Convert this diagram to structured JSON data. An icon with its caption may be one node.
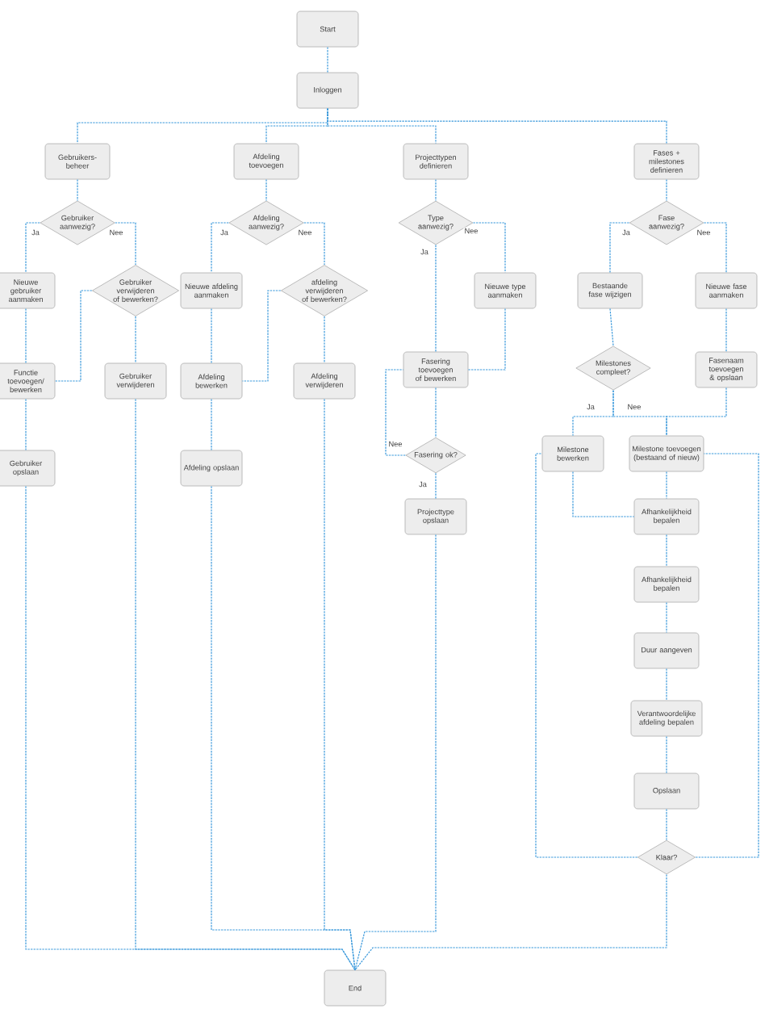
{
  "diagram": {
    "nodes": [
      {
        "text": [
          "Start"
        ]
      },
      {
        "text": [
          "Inloggen"
        ]
      },
      {
        "text": [
          "Gebruikers-beheer"
        ]
      },
      {
        "text": [
          "Afdeling toevoegen"
        ]
      },
      {
        "text": [
          "Projecttypen definieren"
        ]
      },
      {
        "text": [
          "Fases + milestones definieren"
        ]
      },
      {
        "text": [
          "Gebruiker aanwezig?"
        ]
      },
      {
        "text": [
          "Afdeling aanwezig?"
        ]
      },
      {
        "text": [
          "Type aanwezig?"
        ]
      },
      {
        "text": [
          "Fase aanwezig?"
        ]
      },
      {
        "text": [
          "Nieuwe gebruiker aanmaken"
        ]
      },
      {
        "text": [
          "Gebruiker verwijderen of bewerken?"
        ]
      },
      {
        "text": [
          "Nieuwe afdeling aanmaken"
        ]
      },
      {
        "text": [
          "afdeling verwijderen of bewerken?"
        ]
      },
      {
        "text": [
          "Nieuwe type aanmaken"
        ]
      },
      {
        "text": [
          "Bestaande fase wijzigen"
        ]
      },
      {
        "text": [
          "Nieuwe fase aanmaken"
        ]
      },
      {
        "text": [
          "Functie toevoegen/ bewerken"
        ]
      },
      {
        "text": [
          "Gebruiker verwijderen"
        ]
      },
      {
        "text": [
          "Afdeling bewerken"
        ]
      },
      {
        "text": [
          "Afdeling verwijderen"
        ]
      },
      {
        "text": [
          "Fasering toevoegen of bewerken"
        ]
      },
      {
        "text": [
          "Milestones compleet?"
        ]
      },
      {
        "text": [
          "Fasenaam toevoegen & opslaan"
        ]
      },
      {
        "text": [
          "Fasering ok?"
        ]
      },
      {
        "text": [
          "Milestone bewerken"
        ]
      },
      {
        "text": [
          "Milestone toevoegen (bestaand of nieuw)"
        ]
      },
      {
        "text": [
          "Gebruiker opslaan"
        ]
      },
      {
        "text": [
          "Afdeling opslaan"
        ]
      },
      {
        "text": [
          "Projecttype opslaan"
        ]
      },
      {
        "text": [
          "Afhankelijkheid bepalen"
        ]
      },
      {
        "text": [
          "Afhankelijkheid bepalen"
        ]
      },
      {
        "text": [
          "Duur aangeven"
        ]
      },
      {
        "text": [
          "Verantwoordelijke afdeling bepalen"
        ]
      },
      {
        "text": [
          "Opslaan"
        ]
      },
      {
        "text": [
          "Klaar?"
        ]
      },
      {
        "text": [
          "End"
        ]
      }
    ],
    "edges": [
      {
        "from": 0,
        "to": 1,
        "arrow": "none"
      },
      {
        "from": 1,
        "to": 2,
        "arrow": "none"
      },
      {
        "from": 1,
        "to": 3,
        "arrow": "none"
      },
      {
        "from": 1,
        "to": 4,
        "arrow": "none"
      },
      {
        "from": 1,
        "to": 5,
        "arrow": "none"
      },
      {
        "from": 2,
        "to": 6,
        "arrow": "none"
      },
      {
        "from": 3,
        "to": 7,
        "arrow": "none"
      },
      {
        "from": 4,
        "to": 8,
        "arrow": "none"
      },
      {
        "from": 5,
        "to": 9,
        "arrow": "none"
      },
      {
        "from": 6,
        "to": 10,
        "arrow": "none",
        "label": "Ja"
      },
      {
        "from": 6,
        "to": 11,
        "arrow": "none",
        "label": "Nee"
      },
      {
        "from": 7,
        "to": 12,
        "arrow": "none",
        "label": "Ja"
      },
      {
        "from": 7,
        "to": 13,
        "arrow": "none",
        "label": "Nee"
      },
      {
        "from": 8,
        "to": 21,
        "arrow": "none",
        "label": "Ja"
      },
      {
        "from": 8,
        "to": 14,
        "arrow": "none",
        "label": "Nee"
      },
      {
        "from": 9,
        "to": 15,
        "arrow": "none",
        "label": "Ja"
      },
      {
        "from": 9,
        "to": 16,
        "arrow": "none",
        "label": "Nee"
      },
      {
        "from": 10,
        "to": 17,
        "arrow": "none"
      },
      {
        "from": 11,
        "to": 17,
        "arrow": "none"
      },
      {
        "from": 11,
        "to": 18,
        "arrow": "none"
      },
      {
        "from": 17,
        "to": 27,
        "arrow": "none"
      },
      {
        "from": 12,
        "to": 19,
        "arrow": "none"
      },
      {
        "from": 13,
        "to": 19,
        "arrow": "none"
      },
      {
        "from": 13,
        "to": 20,
        "arrow": "none"
      },
      {
        "from": 19,
        "to": 28,
        "arrow": "none"
      },
      {
        "from": 14,
        "to": 21,
        "arrow": "none"
      },
      {
        "from": 21,
        "to": 24,
        "arrow": "none"
      },
      {
        "from": 24,
        "to": 21,
        "arrow": "none",
        "label": "Nee"
      },
      {
        "from": 24,
        "to": 29,
        "arrow": "none",
        "label": "Ja"
      },
      {
        "from": 15,
        "to": 22,
        "arrow": "none"
      },
      {
        "from": 16,
        "to": 23,
        "arrow": "none"
      },
      {
        "from": 22,
        "to": 25,
        "arrow": "none",
        "label": "Ja"
      },
      {
        "from": 22,
        "to": 26,
        "arrow": "none",
        "label": "Nee"
      },
      {
        "from": 23,
        "to": 26,
        "arrow": "none"
      },
      {
        "from": 25,
        "to": 30,
        "arrow": "none"
      },
      {
        "from": 26,
        "to": 30,
        "arrow": "none"
      },
      {
        "from": 30,
        "to": 31,
        "arrow": "none"
      },
      {
        "from": 31,
        "to": 32,
        "arrow": "none"
      },
      {
        "from": 32,
        "to": 33,
        "arrow": "none"
      },
      {
        "from": 33,
        "to": 34,
        "arrow": "none"
      },
      {
        "from": 34,
        "to": 35,
        "arrow": "none"
      },
      {
        "from": 35,
        "to": 25,
        "arrow": "none"
      },
      {
        "from": 35,
        "to": 26,
        "arrow": "none"
      },
      {
        "from": 35,
        "to": 36,
        "arrow": "none"
      },
      {
        "from": 27,
        "to": 36,
        "arrow": "none"
      },
      {
        "from": 18,
        "to": 36,
        "arrow": "none"
      },
      {
        "from": 28,
        "to": 36,
        "arrow": "none"
      },
      {
        "from": 20,
        "to": 36,
        "arrow": "none"
      },
      {
        "from": 29,
        "to": 36,
        "arrow": "none"
      }
    ]
  }
}
